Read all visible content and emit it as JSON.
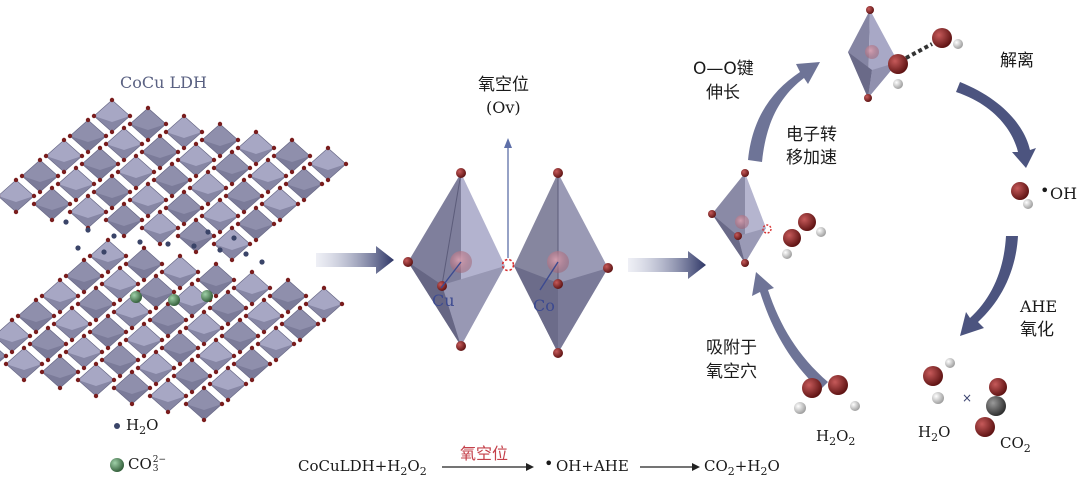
{
  "labels": {
    "ldh": "CoCu LDH",
    "ov_line1": "氧空位",
    "ov_line2": "(Ov)",
    "cu": "Cu",
    "co": "Co",
    "oo_line1": "O—O键",
    "oo_line2": "伸长",
    "et_line1": "电子转",
    "et_line2": "移加速",
    "diss": "解离",
    "oh_dot": "•",
    "oh": "OH",
    "ahe_line1": "AHE",
    "ahe_line2": "氧化",
    "ads_line1": "吸附于",
    "ads_line2": "氧空穴",
    "h2o2": "H",
    "h2o2_sub": "2",
    "h2o2_o": "O",
    "h2o2_sub2": "2",
    "h2o_cyc": "H",
    "h2o_cyc_sub": "2",
    "h2o_cyc_o": "O",
    "co2": "CO",
    "co2_sub": "2",
    "legend_h2o": "H",
    "legend_h2o_sub": "2",
    "legend_h2o_o": "O",
    "legend_co3": "CO",
    "legend_co3_sub": "3",
    "legend_co3_sup": "2−"
  },
  "equation": {
    "reactant": "CoCuLDH+H",
    "reactant_sub": "2",
    "reactant_o": "O",
    "reactant_sub2": "2",
    "over_arrow": "氧空位",
    "mid_dot": "•",
    "mid": "OH+AHE",
    "product": "CO",
    "product_sub": "2",
    "product_rest": "+H",
    "product_sub2": "2",
    "product_o": "O"
  },
  "colors": {
    "octa_dark": "#6f6f8e",
    "octa_mid": "#9a9ab7",
    "octa_light": "#c4c4dc",
    "oxygen": "#7a1d1d",
    "hydrogen": "#e8e8e8",
    "arrow": "#3c4470",
    "vacancy": "#d83030",
    "equation_red": "#c4404a",
    "water_dot": "#3a4468",
    "carbonate": "#5f8f66"
  }
}
